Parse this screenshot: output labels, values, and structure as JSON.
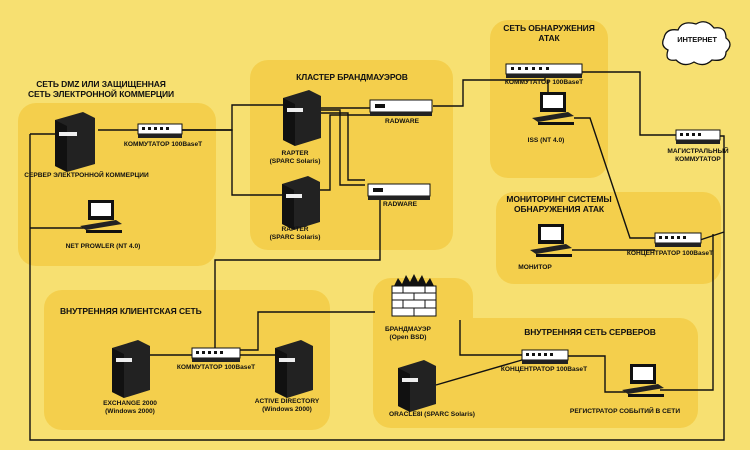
{
  "zones": {
    "dmz": "СЕТЬ DMZ ИЛИ ЗАЩИЩЕННАЯ СЕТЬ ЭЛЕКТРОННОЙ КОММЕРЦИИ",
    "firewall_cluster": "КЛАСТЕР БРАНДМАУЭРОВ",
    "ids_net": "СЕТЬ ОБНАРУЖЕНИЯ АТАК",
    "ids_monitoring": "МОНИТОРИНГ СИСТЕМЫ ОБНАРУЖЕНИЯ АТАК",
    "internal_client": "ВНУТРЕННЯЯ КЛИЕНТСКАЯ СЕТЬ",
    "internal_servers": "ВНУТРЕННЯЯ СЕТЬ СЕРВЕРОВ"
  },
  "cloud": "ИНТЕРНЕТ",
  "devices": {
    "ecommerce_server": "СЕРВЕР ЭЛЕКТРОННОЙ КОММЕРЦИИ",
    "dmz_switch": "КОММУТАТОР 100BaseT",
    "net_prowler": "NET PROWLER (NT 4.0)",
    "rapter1": "RAPTER\n(SPARC Solaris)",
    "rapter2": "RAPTER\n(SPARC Solaris)",
    "radware1": "RADWARE",
    "radware2": "RADWARE",
    "ids_switch": "КОММУТАТОР 100BaseT",
    "iss": "ISS (NT 4.0)",
    "backbone_switch": "МАГИСТРАЛЬНЫЙ\nКОММУТАТОР",
    "monitor": "МОНИТОР",
    "monitor_hub": "КОНЦЕНТРАТОР 100BaseT",
    "client_switch": "КОММУТАТОР 100BaseT",
    "exchange": "EXCHANGE 2000\n(Windows 2000)",
    "active_directory": "ACTIVE DIRECTORY\n(Windows 2000)",
    "firewall": "БРАНДМАУЭР\n(Open BSD)",
    "oracle": "ORACLE8I (SPARC Solaris)",
    "servers_hub": "КОНЦЕНТРАТОР 100BaseT",
    "event_logger": "РЕГИСТРАТОР СОБЫТИЙ В СЕТИ"
  },
  "colors": {
    "background": "#f7e071",
    "zone": "#f4cf4c",
    "lines": "#111111"
  }
}
